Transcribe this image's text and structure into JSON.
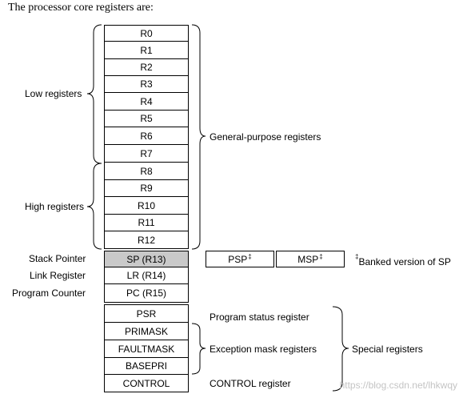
{
  "heading": "The processor core registers are:",
  "registers": {
    "general": [
      "R0",
      "R1",
      "R2",
      "R3",
      "R4",
      "R5",
      "R6",
      "R7",
      "R8",
      "R9",
      "R10",
      "R11",
      "R12"
    ],
    "sp": "SP (R13)",
    "lr": "LR (R14)",
    "pc": "PC (R15)",
    "special": [
      "PSR",
      "PRIMASK",
      "FAULTMASK",
      "BASEPRI",
      "CONTROL"
    ]
  },
  "banked": {
    "psp": "PSP",
    "msp": "MSP",
    "marker": "‡",
    "note": "Banked version of SP"
  },
  "labels": {
    "low_registers": "Low registers",
    "high_registers": "High registers",
    "general_purpose": "General-purpose registers",
    "stack_pointer": "Stack Pointer",
    "link_register": "Link Register",
    "program_counter": "Program Counter",
    "program_status": "Program status register",
    "exception_mask": "Exception mask registers",
    "control_register": "CONTROL register",
    "special_registers": "Special registers"
  },
  "watermark": "https://blog.csdn.net/lhkwqy",
  "colors": {
    "sp_fill": "#c9c9c9",
    "line": "#000000"
  }
}
